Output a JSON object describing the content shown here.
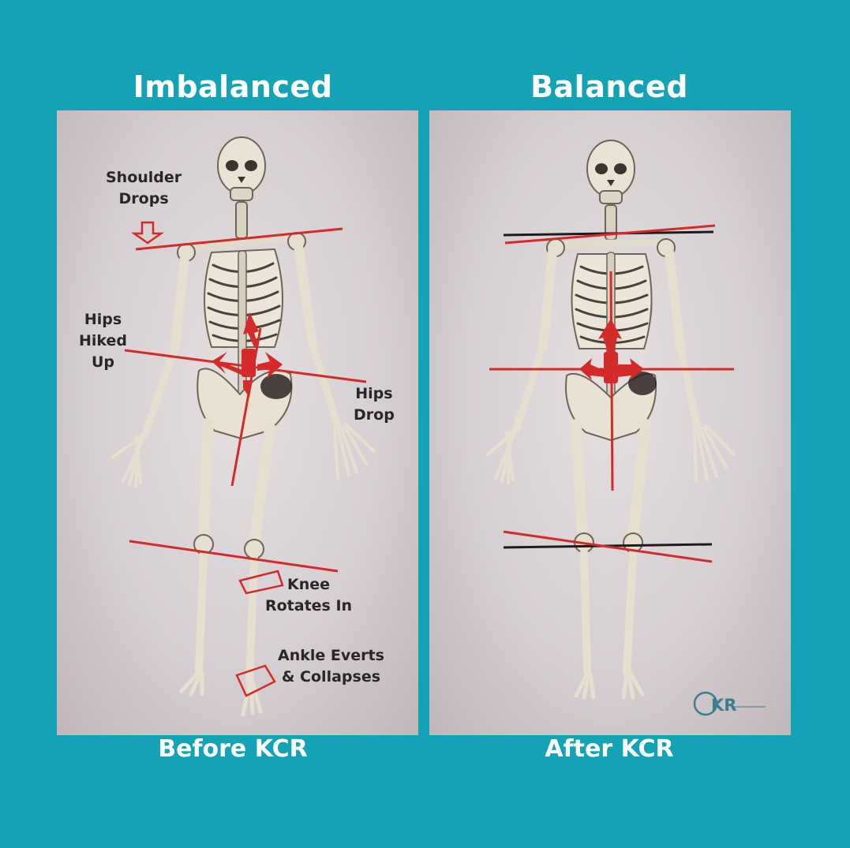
{
  "left": {
    "heading": "Imbalanced",
    "caption": "Before KCR",
    "annotations": {
      "shoulder": "Shoulder\nDrops",
      "hips_hiked": "Hips\nHiked\nUp",
      "hips_drop": "Hips\nDrop",
      "knee": "Knee\nRotates In",
      "ankle": "Ankle Everts\n& Collapses"
    }
  },
  "right": {
    "heading": "Balanced",
    "caption": "After KCR",
    "logo": "KR"
  },
  "colors": {
    "background": "#14a3b4",
    "alignment_line": "#d42a2a",
    "reference_line": "#1c1c1c"
  }
}
